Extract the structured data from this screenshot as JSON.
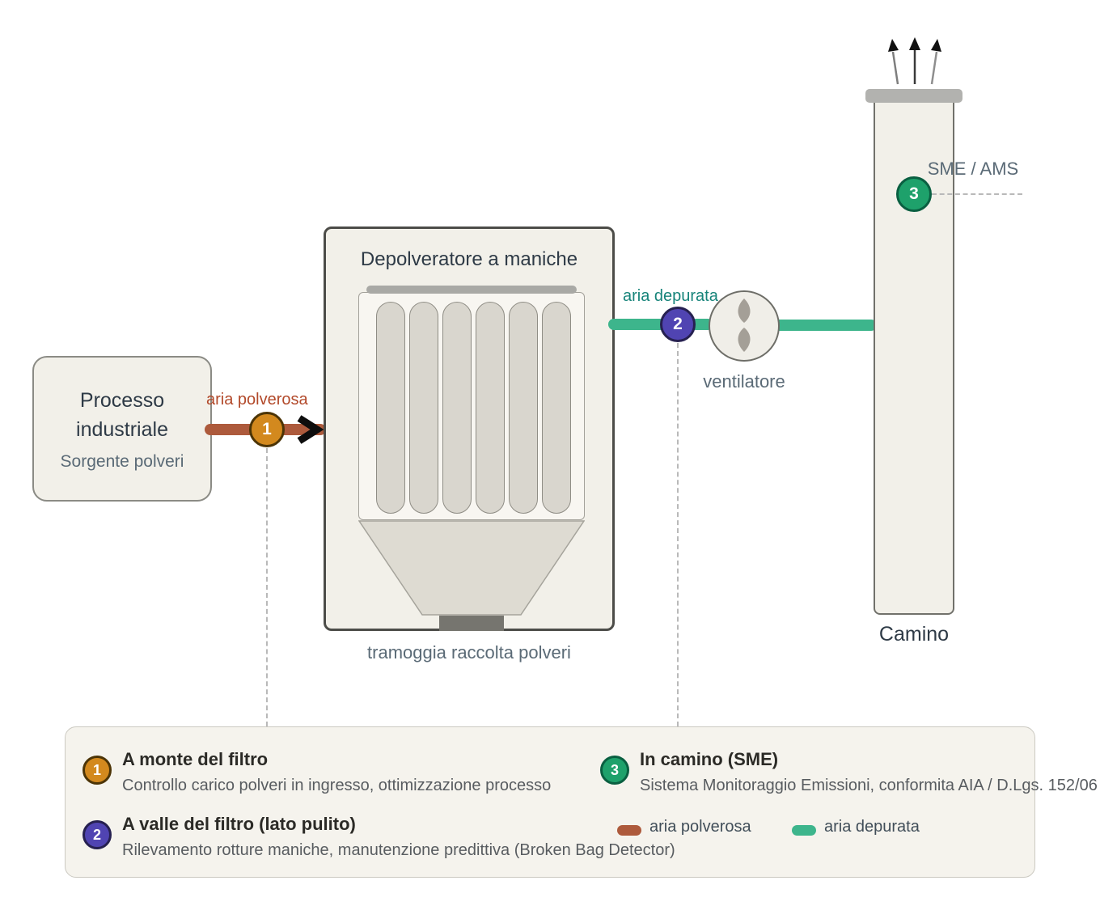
{
  "diagram": {
    "process_box": {
      "title": "Processo industriale",
      "subtitle": "Sorgente polveri"
    },
    "filter_box": {
      "title": "Depolveratore a maniche",
      "caption": "tramoggia raccolta polveri"
    },
    "fan": {
      "label": "ventilatore"
    },
    "stack": {
      "label": "Camino",
      "monitor_label": "SME / AMS"
    },
    "flows": {
      "dusty": {
        "label": "aria polverosa",
        "color": "#ad5a3c",
        "label_color": "#b2492a"
      },
      "clean": {
        "label": "aria depurata",
        "color": "#3db58c",
        "label_color": "#17847a"
      }
    }
  },
  "legend": {
    "items": [
      {
        "num": "1",
        "title": "A monte del filtro",
        "desc": "Controllo carico polveri in ingresso, ottimizzazione processo",
        "color": "#d3891e"
      },
      {
        "num": "2",
        "title": "A valle del filtro (lato pulito)",
        "desc": "Rilevamento rotture maniche, manutenzione predittiva (Broken Bag Detector)",
        "color": "#5044b2"
      },
      {
        "num": "3",
        "title": "In camino (SME)",
        "desc": "Sistema Monitoraggio Emissioni, conformita AIA / D.Lgs. 152/06",
        "color": "#1ea16b"
      }
    ],
    "swatches": [
      {
        "label": "aria polverosa",
        "color": "#ad5a3c"
      },
      {
        "label": "aria depurata",
        "color": "#3db58c"
      }
    ]
  }
}
